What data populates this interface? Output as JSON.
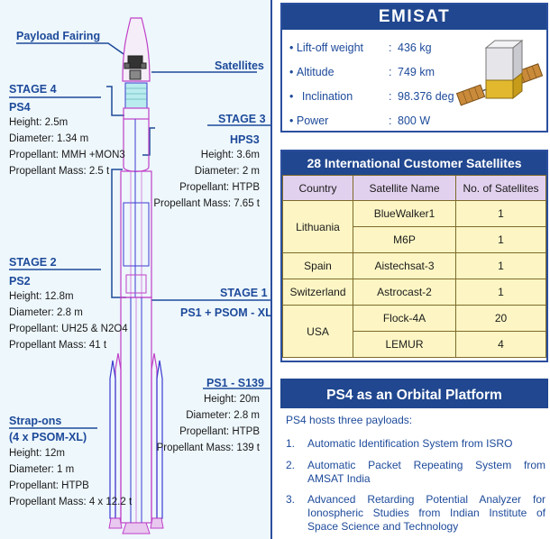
{
  "rocket": {
    "payload_fairing": "Payload Fairing",
    "satellites": "Satellites",
    "stage4": {
      "title": "STAGE 4",
      "name": "PS4",
      "specs": [
        "Height: 2.5m",
        "Diameter: 1.34 m",
        "Propellant: MMH +MON3",
        "Propellant Mass: 2.5 t"
      ]
    },
    "stage3": {
      "title": "STAGE 3",
      "name": "HPS3",
      "specs": [
        "Height: 3.6m",
        "Diameter: 2 m",
        "Propellant: HTPB",
        "Propellant Mass: 7.65 t"
      ]
    },
    "stage2": {
      "title": "STAGE 2",
      "name": "PS2",
      "specs": [
        "Height: 12.8m",
        "Diameter: 2.8 m",
        "Propellant: UH25 & N2O4",
        "Propellant Mass: 41 t"
      ]
    },
    "stage1": {
      "title": "STAGE 1",
      "name": "PS1 + PSOM - XL"
    },
    "ps1": {
      "title": "PS1 - S139",
      "specs": [
        "Height: 20m",
        "Diameter: 2.8 m",
        "Propellant: HTPB",
        "Propellant Mass: 139 t"
      ]
    },
    "strapons": {
      "title": "Strap-ons",
      "subtitle": "(4 x PSOM-XL)",
      "specs": [
        "Height: 12m",
        "Diameter: 1 m",
        "Propellant: HTPB",
        "Propellant Mass: 4 x 12.2 t"
      ]
    }
  },
  "emisat": {
    "title": "EMISAT",
    "rows": [
      {
        "label": "Lift-off weight",
        "value": "436 kg"
      },
      {
        "label": "Altitude",
        "value": "749 km"
      },
      {
        "label": "Inclination",
        "value": "98.376 deg"
      },
      {
        "label": "Power",
        "value": "800 W"
      }
    ],
    "bullet": "•",
    "sep": ":"
  },
  "customers": {
    "title": "28 International Customer Satellites",
    "columns": [
      "Country",
      "Satellite Name",
      "No. of Satellites"
    ],
    "rows": [
      {
        "country": "Lithuania",
        "sats": [
          {
            "name": "BlueWalker1",
            "count": "1"
          },
          {
            "name": "M6P",
            "count": "1"
          }
        ]
      },
      {
        "country": "Spain",
        "sats": [
          {
            "name": "Aistechsat-3",
            "count": "1"
          }
        ]
      },
      {
        "country": "Switzerland",
        "sats": [
          {
            "name": "Astrocast-2",
            "count": "1"
          }
        ]
      },
      {
        "country": "USA",
        "sats": [
          {
            "name": "Flock-4A",
            "count": "20"
          },
          {
            "name": "LEMUR",
            "count": "4"
          }
        ]
      }
    ]
  },
  "orbital": {
    "title": "PS4 as an Orbital Platform",
    "intro": "PS4 hosts three payloads:",
    "items": [
      {
        "num": "1.",
        "text": "Automatic Identification System from ISRO"
      },
      {
        "num": "2.",
        "text": "Automatic Packet Repeating System from AMSAT India"
      },
      {
        "num": "3.",
        "text": "Advanced Retarding Potential Analyzer for Ionospheric Studies from Indian Institute of Space Science and Technology"
      }
    ]
  },
  "colors": {
    "navy": "#20478f",
    "label_blue": "#1d4a9a",
    "rocket_pink": "#c040c8",
    "rocket_blue": "#3a3ad0",
    "table_header": "#e2d1ee",
    "table_cell": "#fdf6c4"
  }
}
